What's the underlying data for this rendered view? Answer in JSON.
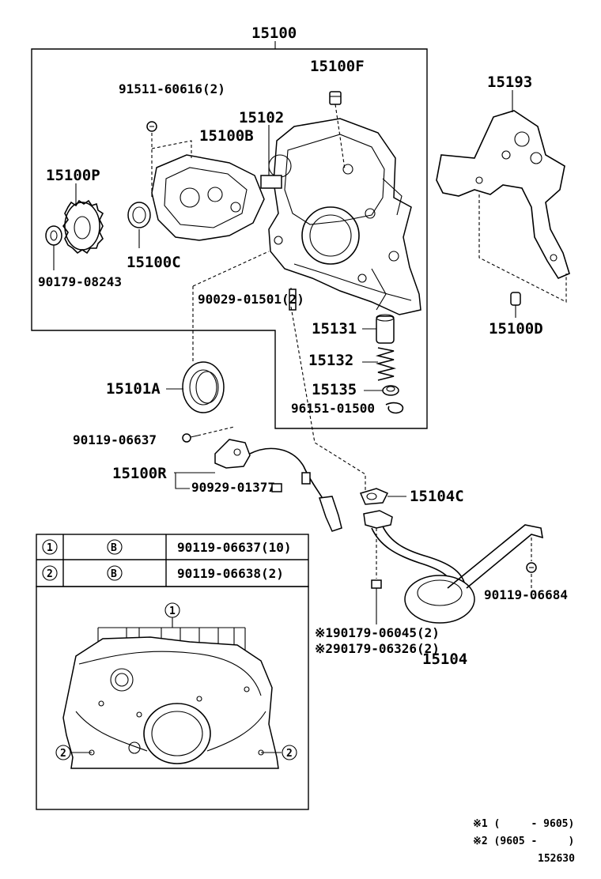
{
  "labels": {
    "assembly": "15100",
    "p15100F": "15100F",
    "p91511": "91511-60616(2)",
    "p15102": "15102",
    "p15100B": "15100B",
    "p15100P": "15100P",
    "p15100C": "15100C",
    "p90179_08243": "90179-08243",
    "p15193": "15193",
    "p90029": "90029-01501(2)",
    "p15131": "15131",
    "p15132": "15132",
    "p15135": "15135",
    "p96151": "96151-01500",
    "p15100D": "15100D",
    "p15101A": "15101A",
    "p90119_06637": "90119-06637",
    "p15100R": "15100R",
    "p90929": "90929-01377",
    "p15104C": "15104C",
    "p90119_06684": "90119-06684",
    "p90179_06045": "※190179-06045(2)",
    "p90179_06326": "※290179-06326(2)",
    "p15104": "15104"
  },
  "bolt_table": {
    "rows": [
      {
        "index": "1",
        "symbol": "B",
        "part": "90119-06637(10)"
      },
      {
        "index": "2",
        "symbol": "B",
        "part": "90119-06638(2)"
      }
    ]
  },
  "inset": {
    "callout_top": "1",
    "callout_left": "2",
    "callout_right": "2"
  },
  "notes": {
    "note1": "※1 (     - 9605)",
    "note2": "※2 (9605 -     )",
    "figure_number": "152630"
  }
}
